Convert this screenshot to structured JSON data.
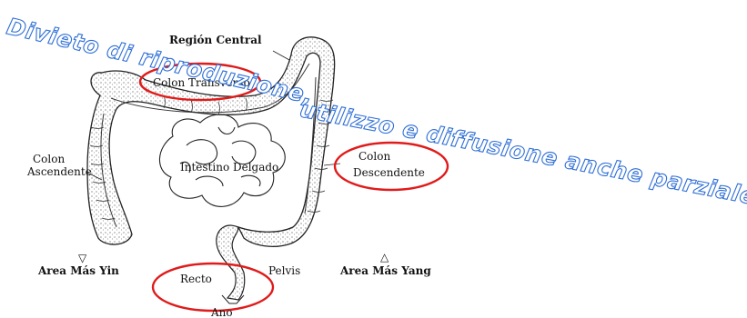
{
  "labels": {
    "region_central": "Región Central",
    "colon_transverso": "Colon Transverso",
    "colon_ascendente_1": "Colon",
    "colon_ascendente_2": "Ascendente",
    "intestino_delgado": "Intestino Delgado",
    "colon_descendente_1": "Colon",
    "colon_descendente_2": "Descendente",
    "area_mas_yin": "Area Más Yin",
    "area_mas_yang": "Area Más Yang",
    "recto": "Recto",
    "pelvis": "Pelvis",
    "ano": "Ano"
  },
  "symbols": {
    "yin": "▽",
    "yang": "△"
  },
  "watermark": {
    "line1": "Divieto di riproduzione,",
    "line2": "utilizzo e diffusione anche parziale"
  },
  "colors": {
    "highlight_ring": "#e01b1b",
    "watermark_stroke": "#2f6fd6",
    "line": "#222222"
  }
}
